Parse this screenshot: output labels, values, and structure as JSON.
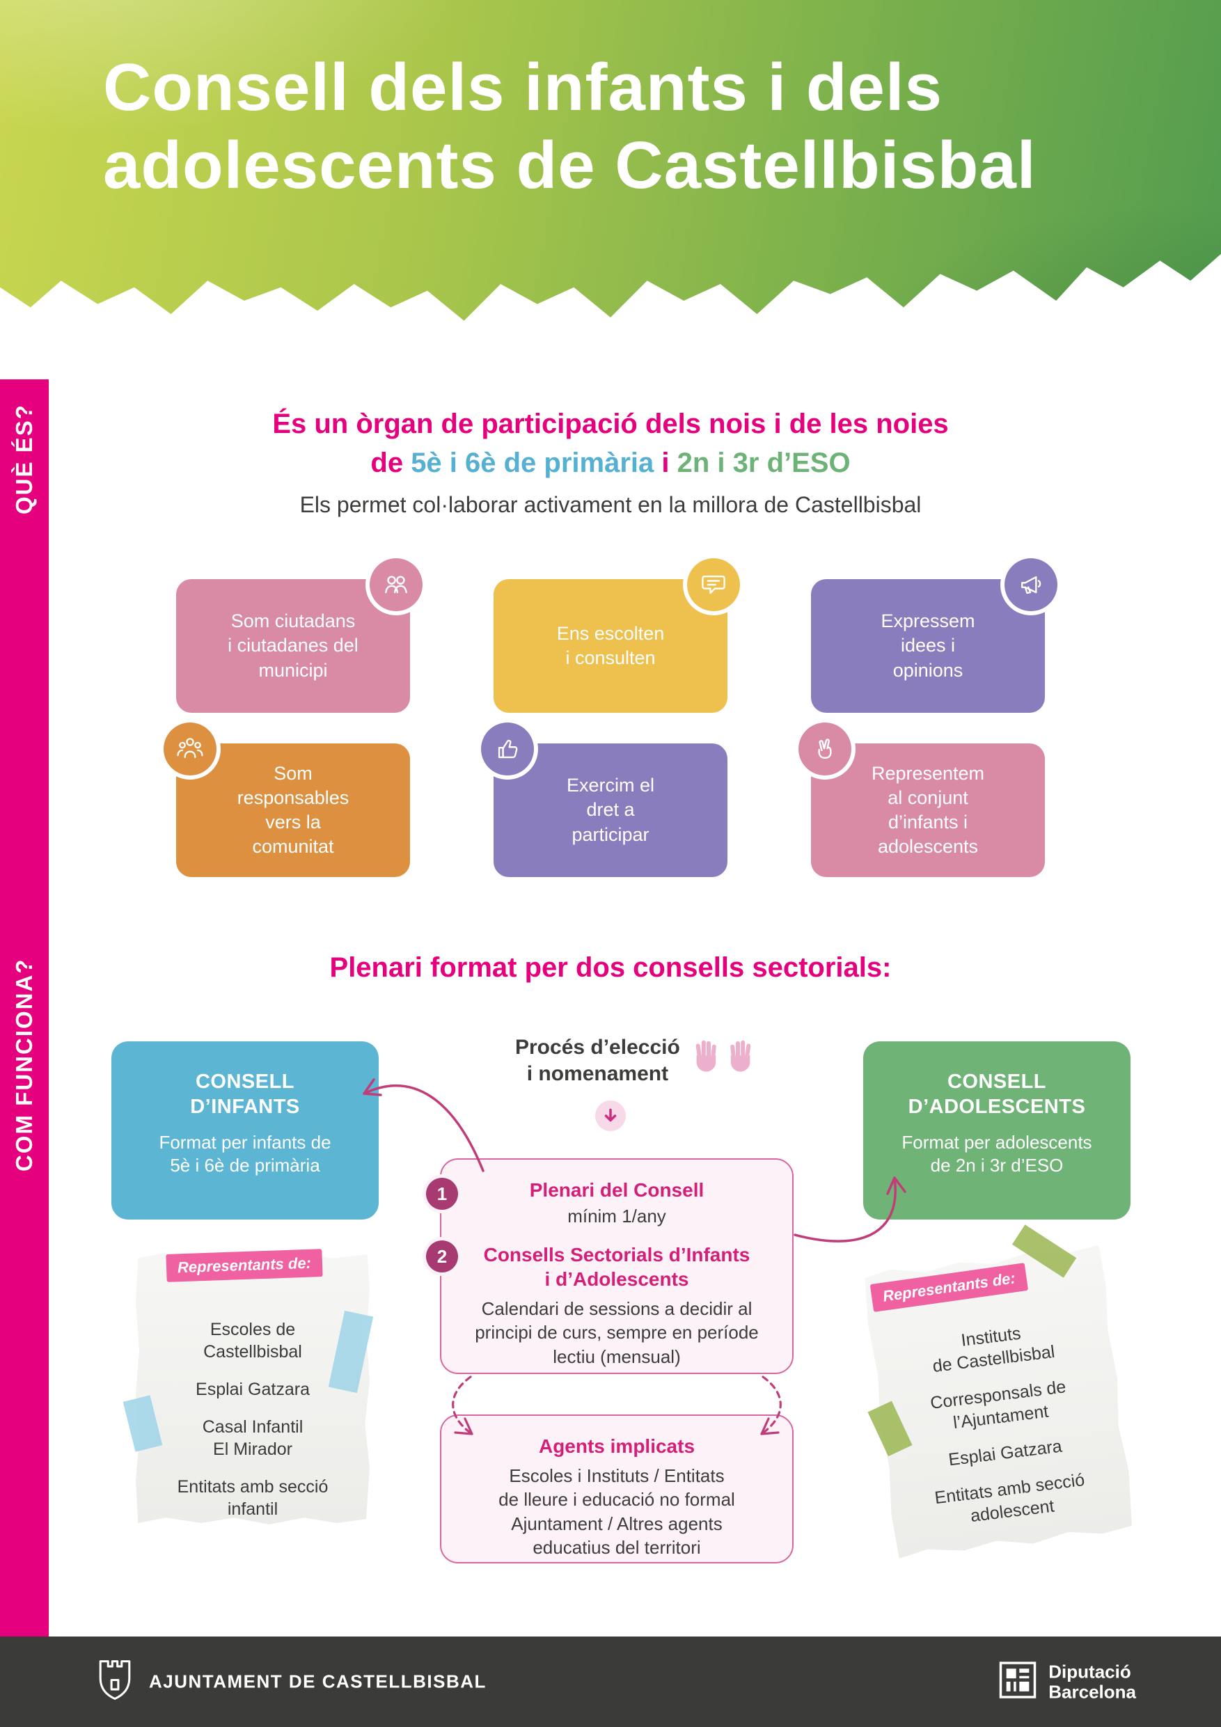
{
  "colors": {
    "magenta": "#e5007d",
    "header_green_light": "#c9d650",
    "header_green_dark": "#539c4f",
    "blue": "#56b0d2",
    "green": "#6db377",
    "card_pink": "#d98ba6",
    "card_yellow": "#eec04d",
    "card_purple": "#8a7dbe",
    "card_orange": "#dd9040",
    "panel_bg": "#fdf2f8",
    "panel_border": "#d9659c",
    "badge": "#a73a70",
    "footer_bg": "#3b3b3a"
  },
  "header": {
    "title": "Consell dels infants i dels\nadolescents de Castellbisbal"
  },
  "sidebar": {
    "label_what": "QUÈ ÉS?",
    "label_how": "COM FUNCIONA?"
  },
  "what_is": {
    "heading_line1": "És un òrgan de participació dels nois i de les noies",
    "heading_de": "de ",
    "heading_primaria": "5è i 6è de primària",
    "heading_i": " i ",
    "heading_eso": "2n i 3r d’ESO",
    "subheading": "Els permet col·laborar activament en la millora de Castellbisbal",
    "cards": [
      {
        "icon": "citizens-icon",
        "text": "Som ciutadans\ni ciutadanes del\nmunicipi"
      },
      {
        "icon": "speech-bubble-icon",
        "text": "Ens escolten\ni consulten"
      },
      {
        "icon": "megaphone-icon",
        "text": "Expressem\nidees i\nopinions"
      },
      {
        "icon": "community-icon",
        "text": "Som\nresponsables\nvers la\ncomunitat"
      },
      {
        "icon": "vote-icon",
        "text": "Exercim el\ndret a\nparticipar"
      },
      {
        "icon": "victory-hand-icon",
        "text": "Representem\nal conjunt\nd’infants i\nadolescents"
      }
    ]
  },
  "how_works": {
    "heading": "Plenari format per dos consells sectorials:",
    "council_infants": {
      "title": "CONSELL\nD’INFANTS",
      "desc": "Format per infants de\n5è i 6è de primària"
    },
    "council_adolescents": {
      "title": "CONSELL\nD’ADOLESCENTS",
      "desc": "Format per adolescents\nde 2n i 3r d’ESO"
    },
    "election_title": "Procés d’elecció\ni nomenament",
    "plenary": {
      "num1": "1",
      "item1_title": "Plenari del Consell",
      "item1_sub": "mínim 1/any",
      "num2": "2",
      "item2_title": "Consells Sectorials d’Infants\ni d’Adolescents",
      "item2_desc": "Calendari de sessions a decidir al\nprincipi de curs, sempre en període\nlectiu (mensual)"
    },
    "agents": {
      "title": "Agents implicats",
      "desc": "Escoles i Instituts / Entitats\nde lleure i educació no formal\nAjuntament / Altres agents\neducatius del territori"
    },
    "left_note": {
      "label": "Representants de:",
      "items": [
        "Escoles de\nCastellbisbal",
        "Esplai Gatzara",
        "Casal Infantil\nEl Mirador",
        "Entitats amb secció\ninfantil"
      ]
    },
    "right_note": {
      "label": "Representants de:",
      "items": [
        "Instituts\nde Castellbisbal",
        "Corresponsals de\nl’Ajuntament",
        "Esplai Gatzara",
        "Entitats amb secció\nadolescent"
      ]
    }
  },
  "footer": {
    "ajuntament": "AJUNTAMENT DE CASTELLBISBAL",
    "diputacio_line1": "Diputació",
    "diputacio_line2": "Barcelona"
  }
}
